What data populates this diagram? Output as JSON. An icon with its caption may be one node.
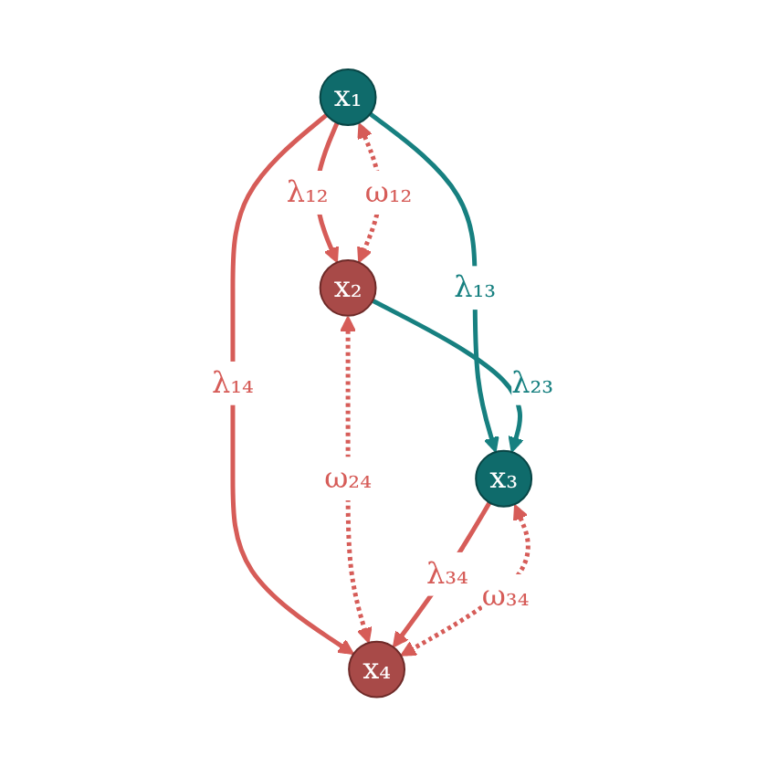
{
  "diagram": {
    "nodes": [
      {
        "text": [
          "x₁"
        ]
      },
      {
        "text": [
          "x₂"
        ]
      },
      {
        "text": [
          "x₃"
        ]
      },
      {
        "text": [
          "x₄"
        ]
      }
    ],
    "edges": [
      {
        "from": 0,
        "to": 1,
        "arrow": "to",
        "label": "λ₁₂"
      },
      {
        "from": 0,
        "to": 1,
        "arrow": "both",
        "label": "ω₁₂",
        "style": "dashed"
      },
      {
        "from": 0,
        "to": 2,
        "arrow": "to",
        "label": "λ₁₃",
        "color": "#178080"
      },
      {
        "from": 0,
        "to": 3,
        "arrow": "to",
        "label": "λ₁₄"
      },
      {
        "from": 1,
        "to": 2,
        "arrow": "to",
        "label": "λ₂₃",
        "color": "#178080"
      },
      {
        "from": 1,
        "to": 3,
        "arrow": "both",
        "label": "ω₂₄",
        "style": "dashed"
      },
      {
        "from": 2,
        "to": 3,
        "arrow": "to",
        "label": "λ₃₄"
      },
      {
        "from": 2,
        "to": 3,
        "arrow": "both",
        "label": "ω₃₄",
        "style": "dashed"
      }
    ]
  }
}
